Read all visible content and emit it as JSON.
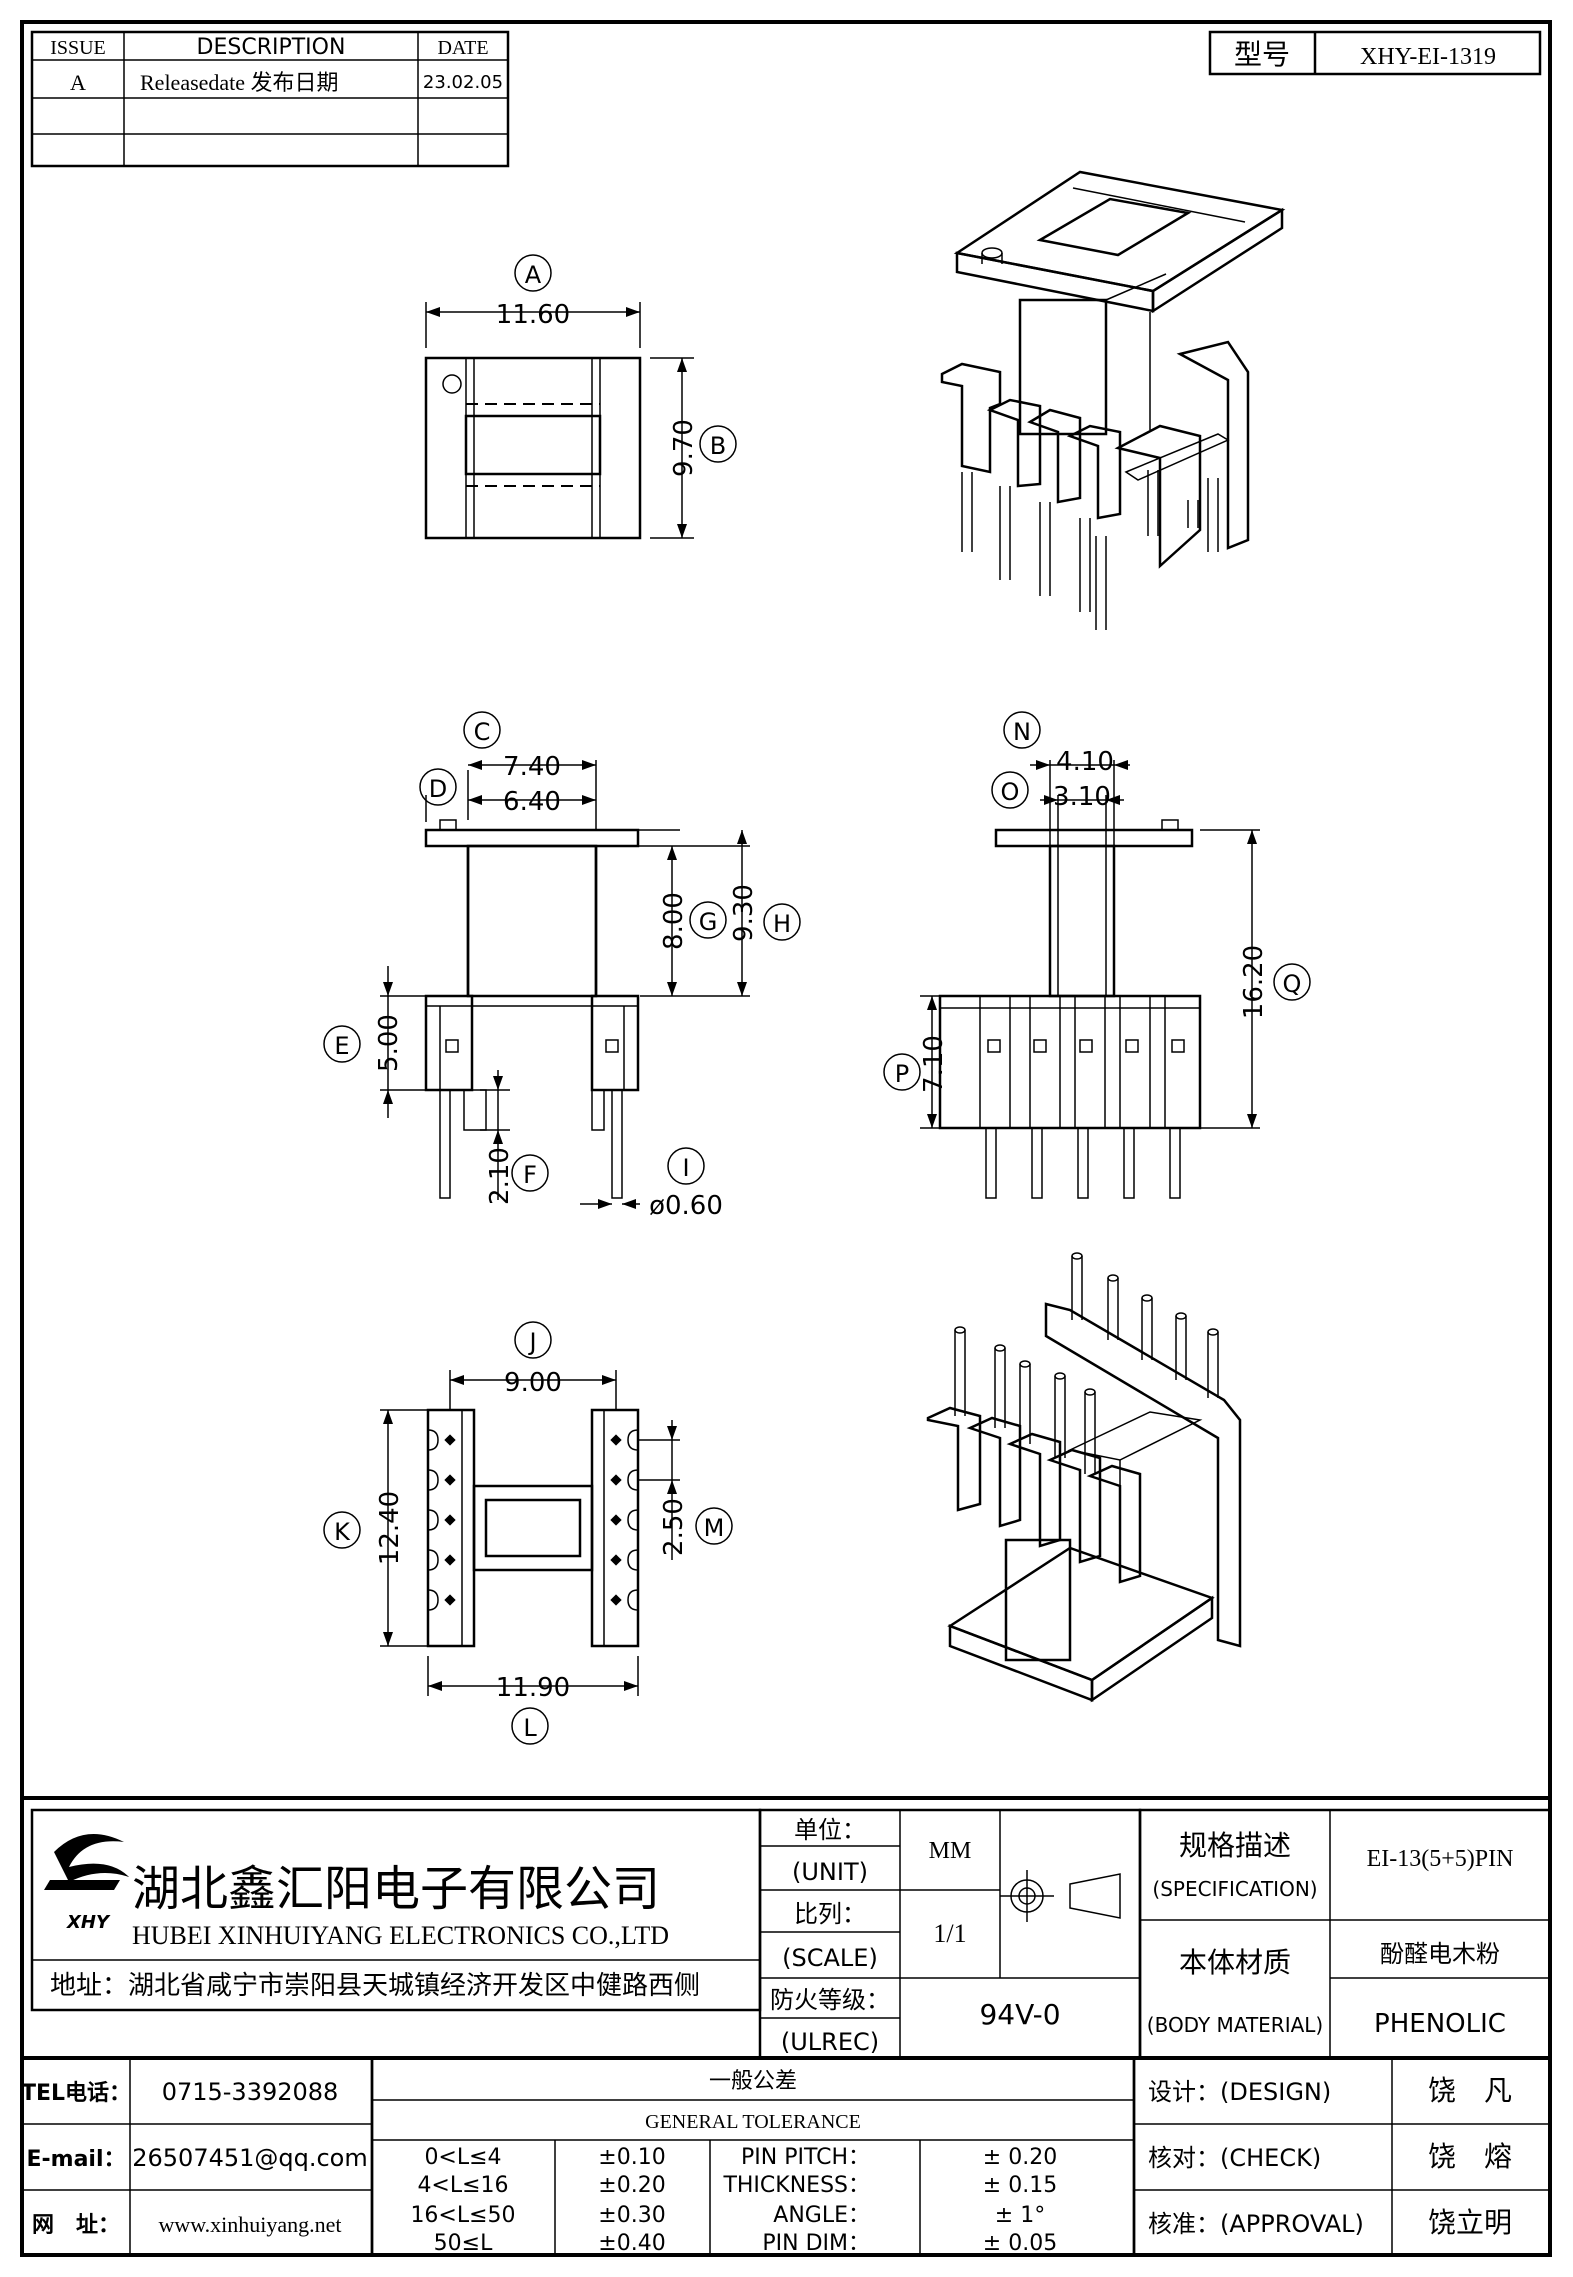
{
  "revision_table": {
    "headers": {
      "issue": "ISSUE",
      "description": "DESCRIPTION",
      "date": "DATE"
    },
    "row": {
      "issue": "A",
      "description": "Releasedate 发布日期",
      "date": "23.02.05"
    }
  },
  "model": {
    "label": "型号",
    "value": "XHY-EI-1319"
  },
  "dimensions": {
    "A": {
      "letter": "A",
      "value": "11.60"
    },
    "B": {
      "letter": "B",
      "value": "9.70"
    },
    "C": {
      "letter": "C",
      "value": "7.40"
    },
    "D": {
      "letter": "D",
      "value": "6.40"
    },
    "E": {
      "letter": "E",
      "value": "5.00"
    },
    "F": {
      "letter": "F",
      "value": "2.10"
    },
    "G": {
      "letter": "G",
      "value": "8.00"
    },
    "H": {
      "letter": "H",
      "value": "9.30"
    },
    "I": {
      "letter": "I",
      "value": "ø0.60"
    },
    "J": {
      "letter": "J",
      "value": "9.00"
    },
    "K": {
      "letter": "K",
      "value": "12.40"
    },
    "L": {
      "letter": "L",
      "value": "11.90"
    },
    "M": {
      "letter": "M",
      "value": "2.50"
    },
    "N": {
      "letter": "N",
      "value": "4.10"
    },
    "O": {
      "letter": "O",
      "value": "3.10"
    },
    "P": {
      "letter": "P",
      "value": "7.10"
    },
    "Q": {
      "letter": "Q",
      "value": "16.20"
    }
  },
  "company": {
    "name_cn": "湖北鑫汇阳电子有限公司",
    "name_en": "HUBEI XINHUIYANG ELECTRONICS CO.,LTD",
    "logo_text": "XHY",
    "address": "地址：湖北省咸宁市崇阳县天城镇经济开发区中健路西侧"
  },
  "title_block": {
    "unit_cn": "单位：",
    "unit_en": "(UNIT)",
    "unit_value": "MM",
    "scale_cn": "比列：",
    "scale_en": "(SCALE)",
    "scale_value": "1/1",
    "fire_cn": "防火等级：",
    "fire_en": "(ULREC)",
    "fire_value": "94V-0",
    "spec_cn": "规格描述",
    "spec_en": "(SPECIFICATION)",
    "spec_value": "EI-13(5+5)PIN",
    "material_cn": "本体材质",
    "material_en": "(BODY MATERIAL)",
    "material_value_cn": "酚醛电木粉",
    "material_value_en": "PHENOLIC"
  },
  "contact": {
    "tel_label": "TEL电话：",
    "tel": "0715-3392088",
    "email_label": "E-mail：",
    "email": "26507451@qq.com",
    "web_label": "网　址：",
    "web": "www.xinhuiyang.net"
  },
  "tolerance": {
    "title_cn": "一般公差",
    "title_en": "GENERAL TOLERANCE",
    "ranges": [
      {
        "range": "0<L≤4",
        "tol": "±0.10"
      },
      {
        "range": "4<L≤16",
        "tol": "±0.20"
      },
      {
        "range": "16<L≤50",
        "tol": "±0.30"
      },
      {
        "range": "50≤L",
        "tol": "±0.40"
      }
    ],
    "specials": [
      {
        "label": "PIN PITCH：",
        "tol": "±  0.20"
      },
      {
        "label": "THICKNESS：",
        "tol": "±  0.15"
      },
      {
        "label": "ANGLE：",
        "tol": "±  1°"
      },
      {
        "label": "PIN DIM：",
        "tol": "±  0.05"
      }
    ]
  },
  "approvals": {
    "design_label": "设计：(DESIGN)",
    "design_name": "饶　凡",
    "check_label": "核对：(CHECK)",
    "check_name": "饶　熔",
    "approval_label": "核准：(APPROVAL)",
    "approval_name": "饶立明"
  }
}
